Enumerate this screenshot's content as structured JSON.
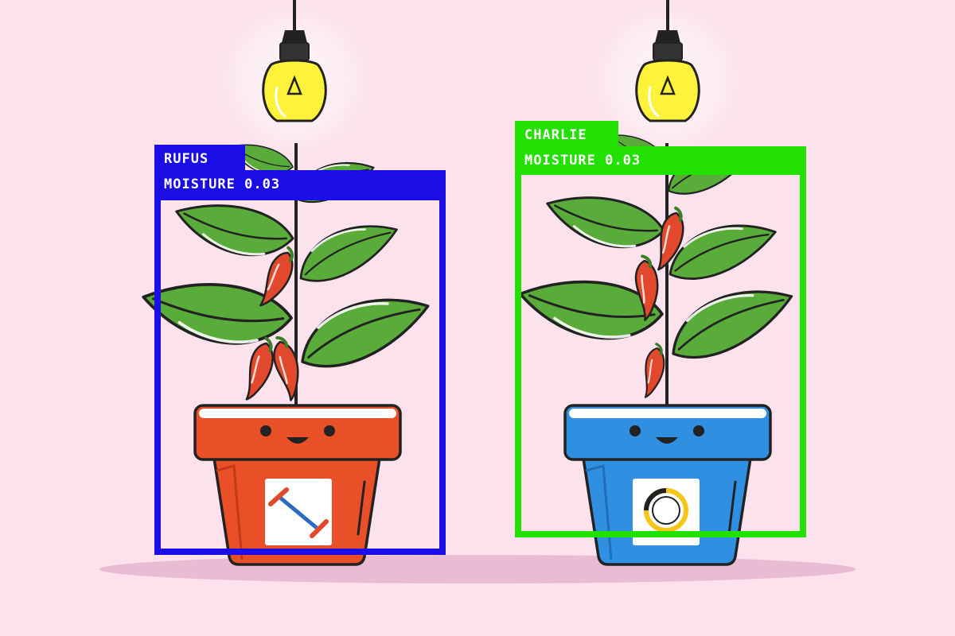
{
  "detections": [
    {
      "id": "rufus",
      "name": "RUFUS",
      "status": "MOISTURE 0.03",
      "color": "#1a0de6"
    },
    {
      "id": "charlie",
      "name": "CHARLIE",
      "status": "MOISTURE 0.03",
      "color": "#22e000"
    }
  ],
  "colors": {
    "background": "#fce2ec",
    "ground_shadow": "#eabcd4",
    "leaf": "#5aac3a",
    "leaf_dark": "#3d7f25",
    "outline": "#222222",
    "pepper": "#e2492c",
    "pot_left": "#ea5028",
    "pot_right": "#2f8fe0",
    "bulb": "#fff23a"
  },
  "icons": [
    "light-bulb-icon",
    "dumbbell-icon",
    "lemon-slice-icon"
  ]
}
